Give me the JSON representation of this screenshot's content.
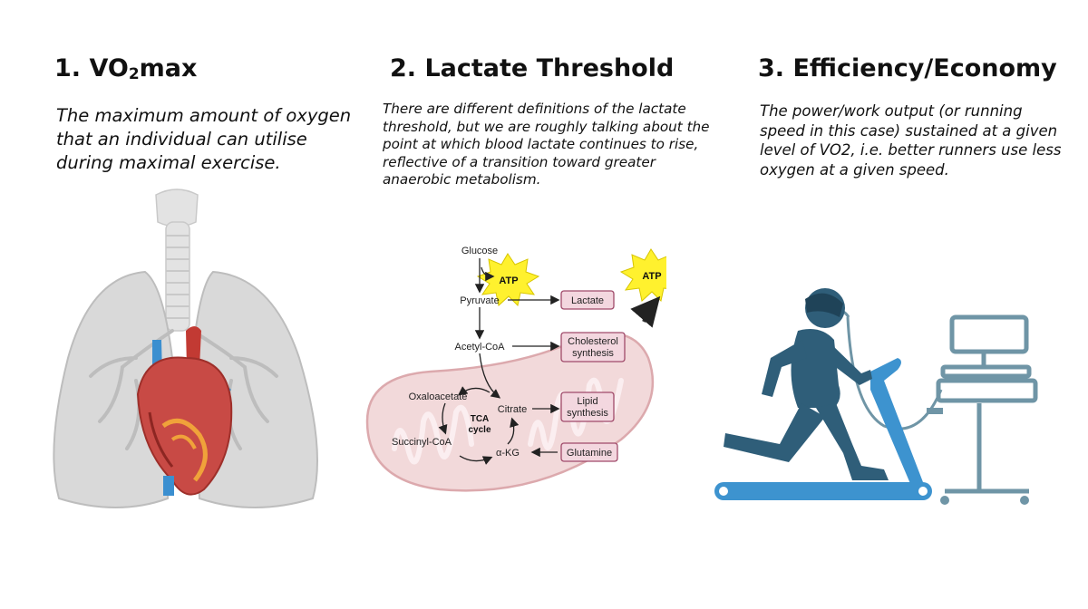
{
  "panels": [
    {
      "title_prefix": "1.  VO",
      "title_sub": "2",
      "title_suffix": "max",
      "description": "The maximum amount of oxygen that an individual can utilise during maximal exercise."
    },
    {
      "title": "2. Lactate Threshold",
      "description": "There are different definitions of the lactate threshold, but we are roughly talking about the point at which blood lactate continues to rise, reflective of a transition toward greater anaerobic metabolism."
    },
    {
      "title": "3. Efficiency/Economy",
      "description": "The power/work output (or running speed in this case) sustained at a given level of VO2, i.e. better runners use less oxygen at a given speed."
    }
  ],
  "pathway": {
    "glucose": "Glucose",
    "pyruvate": "Pyruvate",
    "acetyl_coa": "Acetyl-CoA",
    "atp": "ATP",
    "lactate": "Lactate",
    "cholesterol_line1": "Cholesterol",
    "cholesterol_line2": "synthesis",
    "lipid_line1": "Lipid",
    "lipid_line2": "synthesis",
    "glutamine": "Glutamine",
    "citrate": "Citrate",
    "oxaloacetate": "Oxaloacetate",
    "succinyl_coa": "Succinyl-CoA",
    "akg": "α-KG",
    "tca_line1": "TCA",
    "tca_line2": "cycle"
  },
  "colors": {
    "lung": "#d7d7d7",
    "heart": "#c84a45",
    "mitochondrion": "#f2d9da",
    "mito_border": "#dca9ad",
    "atp_burst": "#fff12e",
    "metabolite_box": "#f3d7df",
    "metabolite_border": "#a04a6a",
    "runner": "#2f5e79",
    "treadmill": "#3d93cf",
    "equipment": "#6f95a6"
  },
  "icons": [
    "lungs-heart-illustration",
    "mitochondrion-illustration",
    "atp-burst-icon",
    "runner-icon",
    "treadmill-icon",
    "gas-analyzer-icon"
  ]
}
